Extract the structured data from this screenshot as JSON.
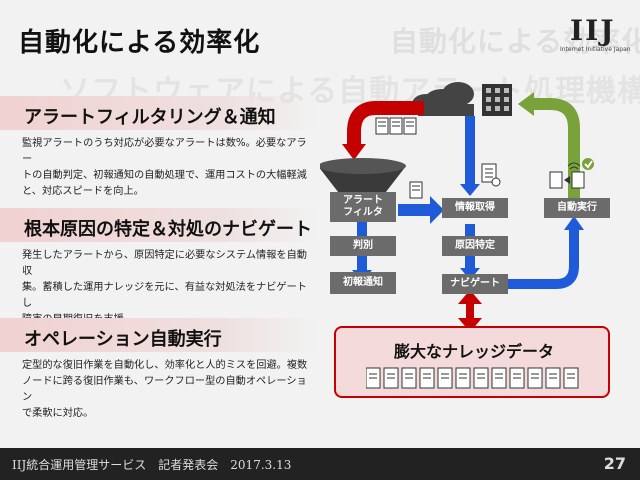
{
  "header": {
    "title": "自動化による効率化",
    "ghost_top": "自動化による効率化",
    "ghost_mid": "ソフトウェアによる自動アラート処理機構"
  },
  "logo": {
    "mark": "IIJ",
    "tagline": "Internet Initiative Japan",
    "accent_color": "#c00000"
  },
  "sections": [
    {
      "heading": "アラートフィルタリング＆通知",
      "lines": [
        "監視アラートのうち対応が必要なアラートは数%。必要なアラー",
        "トの自動判定、初報通知の自動処理で、運用コストの大幅軽減",
        "と、対応スピードを向上。"
      ]
    },
    {
      "heading": "根本原因の特定＆対処のナビゲート",
      "lines": [
        "発生したアラートから、原因特定に必要なシステム情報を自動収",
        "集。蓄積した運用ナレッジを元に、有益な対処法をナビゲートし",
        "障害の早期復旧を支援。"
      ]
    },
    {
      "heading": "オペレーション自動実行",
      "lines": [
        "定型的な復旧作業を自動化し、効率化と人的ミスを回避。複数",
        "ノードに跨る復旧作業も、ワークフロー型の自動オペレーション",
        "で柔軟に対応。"
      ]
    }
  ],
  "diagram": {
    "filter_label": "アラート\nフィルタ",
    "judge_label": "判別",
    "initial_notice_label": "初報通知",
    "info_collect_label": "情報取得",
    "cause_label": "原因特定",
    "navigate_label": "ナビゲート",
    "auto_exec_label": "自動実行",
    "knowledge_label": "膨大なナレッジデータ",
    "colors": {
      "red": "#c40000",
      "blue": "#1f5ad8",
      "green": "#79a23a",
      "box": "#555555"
    }
  },
  "footer": {
    "left": "IIJ統合運用管理サービス　記者発表会　2017.3.13",
    "page": "27"
  }
}
